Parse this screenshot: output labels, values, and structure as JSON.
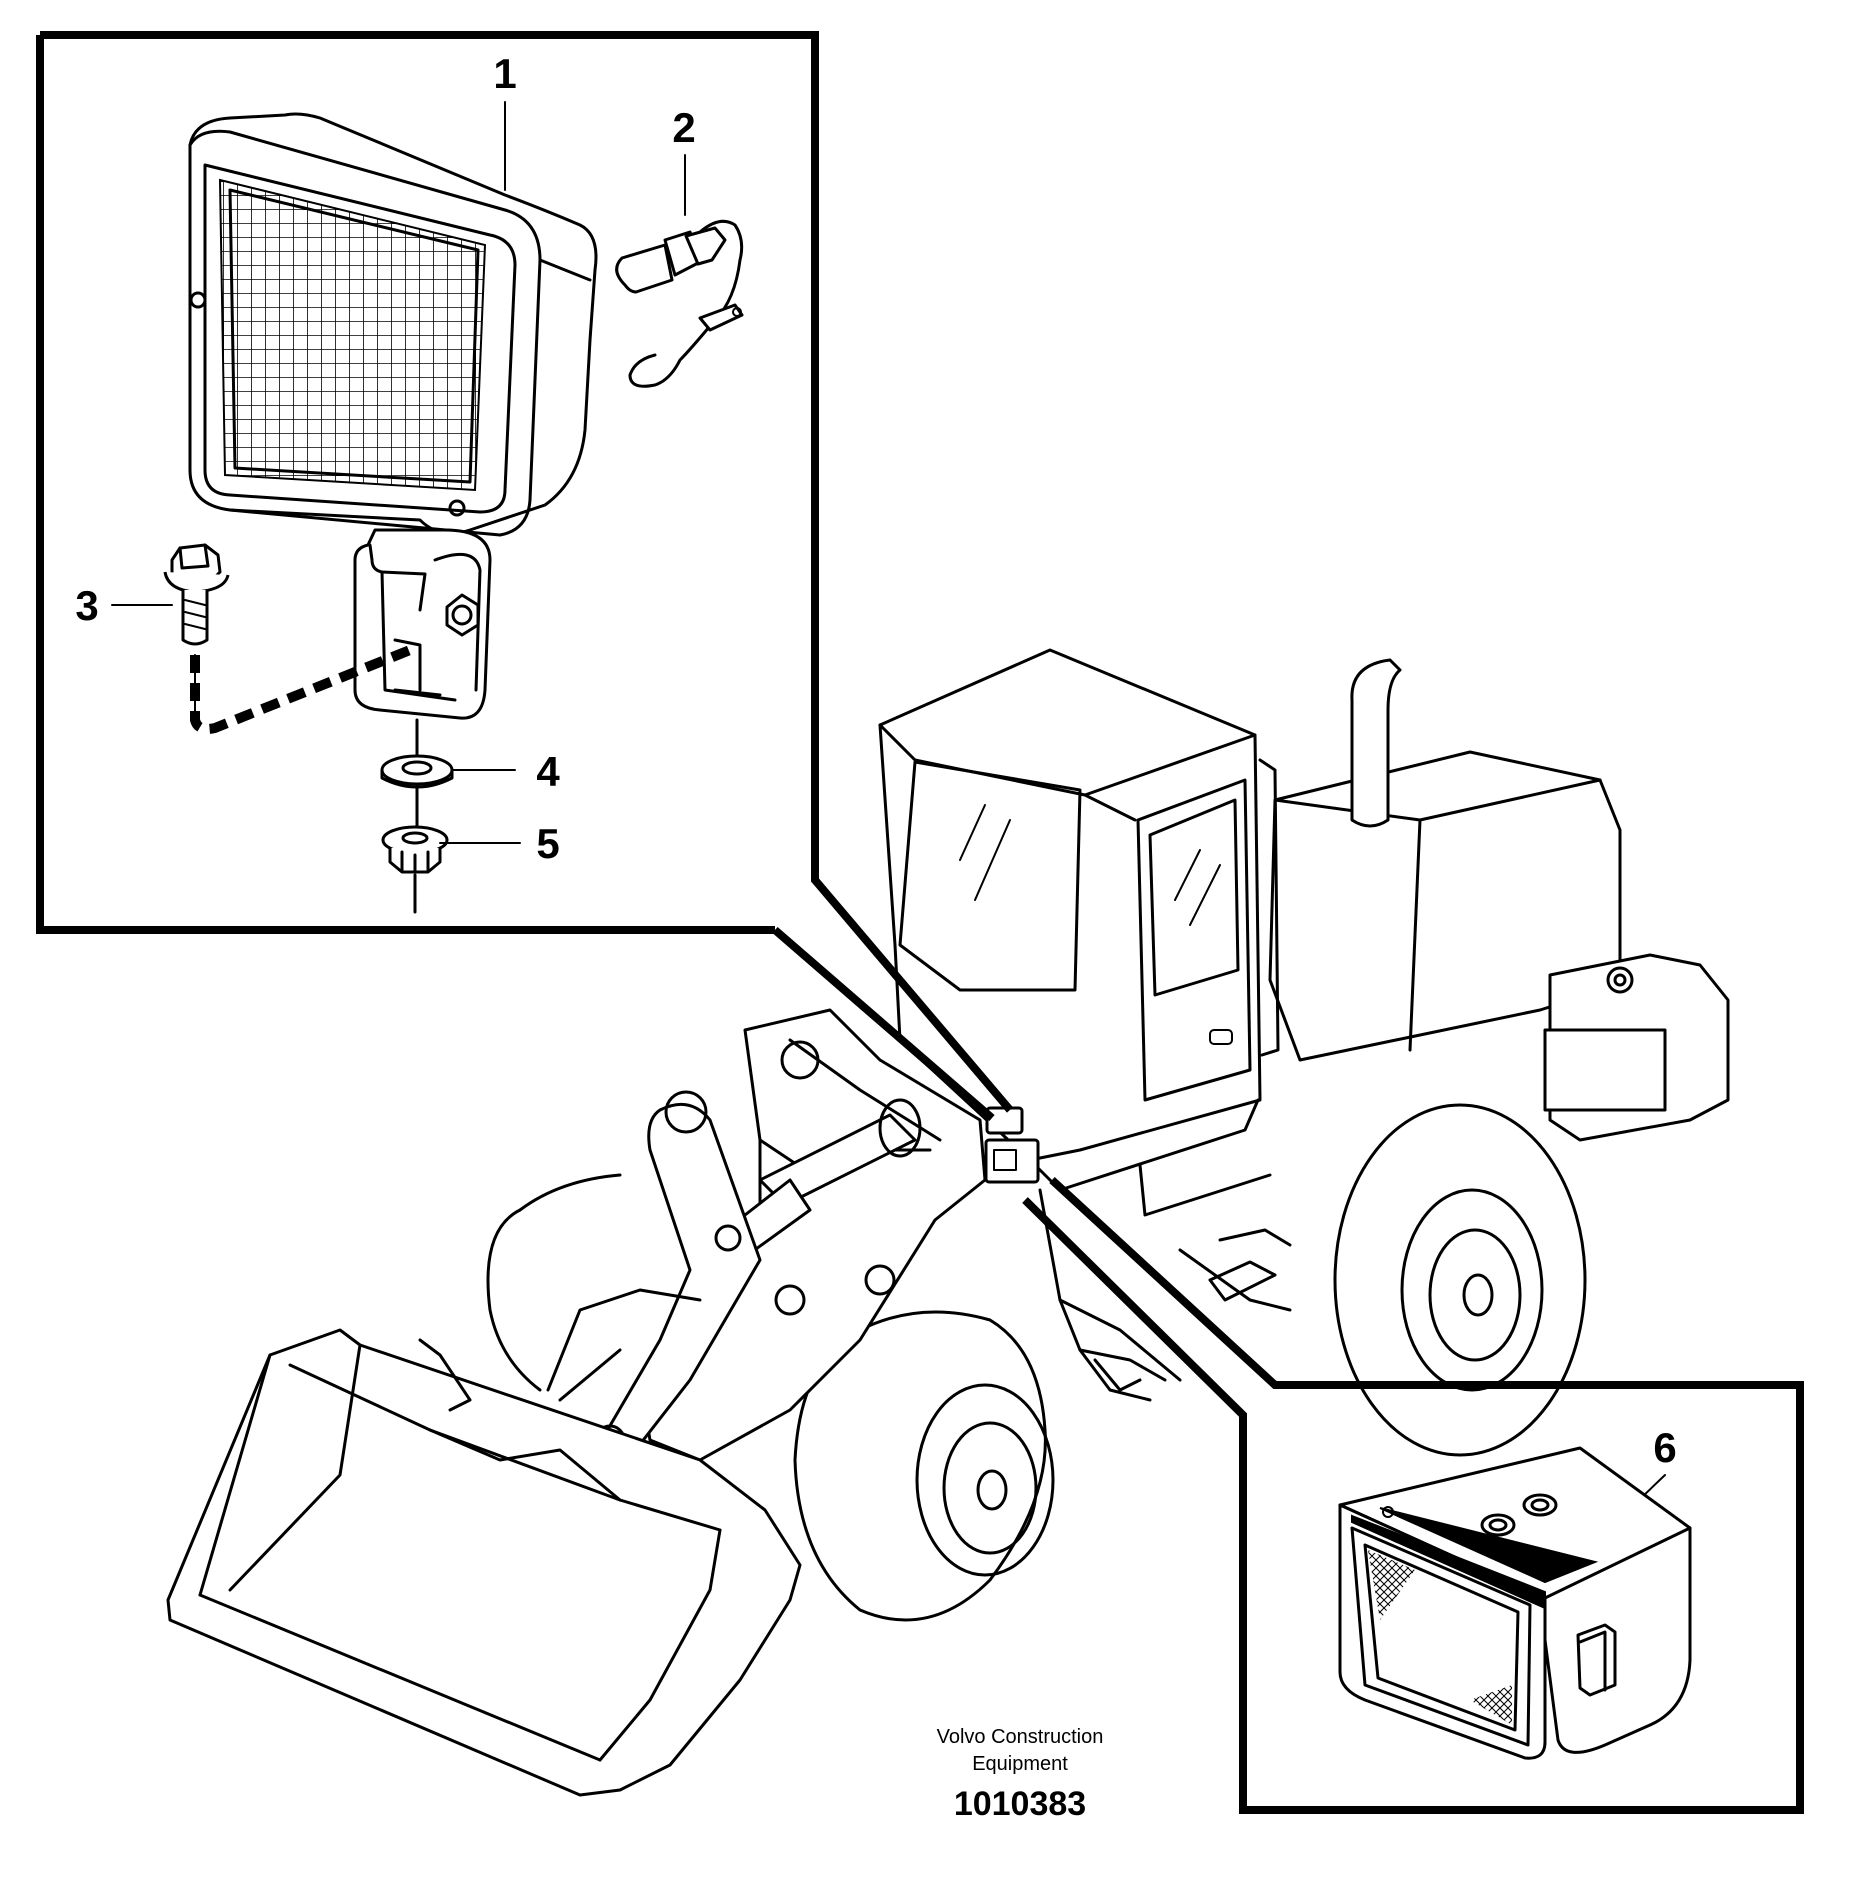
{
  "callouts": {
    "c1": "1",
    "c2": "2",
    "c3": "3",
    "c4": "4",
    "c5": "5",
    "c6": "6"
  },
  "caption": {
    "line1": "Volvo Construction",
    "line2": "Equipment",
    "part_number": "1010383"
  },
  "icons": {
    "work_lamp": "work-lamp-icon",
    "bulb": "bulb-icon",
    "bolt": "bolt-icon",
    "washer": "washer-icon",
    "nut": "flange-nut-icon",
    "loader": "wheel-loader-icon",
    "decal": "lamp-decal-icon"
  },
  "colors": {
    "line": "#000000",
    "background": "#ffffff"
  }
}
